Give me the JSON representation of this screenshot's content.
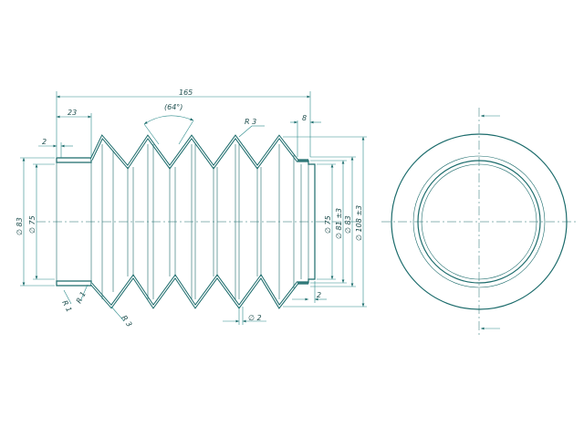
{
  "drawing": {
    "accent_color": "#1b6b6b",
    "dimensions": {
      "overall_length": "165",
      "cuff_length": "23",
      "cuff_wall": "2",
      "right_cuff_length": "8",
      "right_wall": "2",
      "bottom_wall": "∅ 2",
      "angle": "(64°)",
      "radius_top": "R 3",
      "radius_bottom": "R 3",
      "radius_left_a": "R 1",
      "radius_left_b": "R 1",
      "left_outer_dia": "∅ 83",
      "left_inner_dia": "∅ 75",
      "right_inner_dia": "∅ 75",
      "right_dia_81": "∅ 81 ±3",
      "right_dia_83": "∅ 83",
      "right_dia_108": "∅ 108 ±3"
    },
    "views": {
      "side_view": "bellows-side-section",
      "end_view": "bellows-end-view"
    }
  }
}
